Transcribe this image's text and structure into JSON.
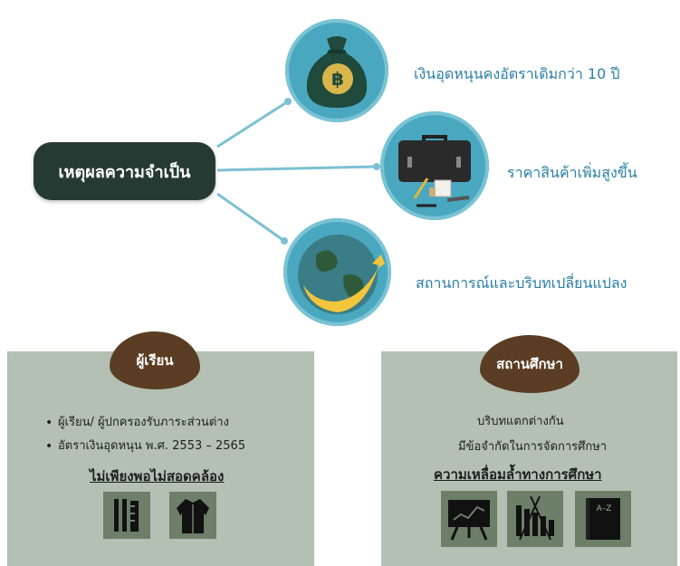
{
  "main_reason": "เหตุผลความจำเป็น",
  "reasons": [
    {
      "label": "เงินอุดหนุนคงอัตราเดิมกว่า 10 ปี",
      "icon": "money-bag-icon"
    },
    {
      "label": "ราคาสินค้าเพิ่มสูงขึ้น",
      "icon": "briefcase-icon"
    },
    {
      "label": "สถานการณ์และบริบทเปลี่ยนแปลง",
      "icon": "globe-icon"
    }
  ],
  "learner": {
    "title": "ผู้เรียน",
    "bullets": [
      "ผู้เรียน/ ผู้ปกครองรับภาระส่วนต่าง",
      "อัตราเงินอุดหนุน พ.ศ. 2553 – 2565"
    ],
    "conclusion": "ไม่เพียงพอไม่สอดคล้อง",
    "icons": [
      "school-supplies-icon",
      "uniform-icon"
    ]
  },
  "school": {
    "title": "สถานศึกษา",
    "lines": [
      "บริบทแตกต่างกัน",
      "มีข้อจำกัดในการจัดการศึกษา"
    ],
    "conclusion": "ความเหลื่อมล้ำทางการศึกษา",
    "icons": [
      "presentation-board-icon",
      "xylophone-icon",
      "dictionary-icon"
    ],
    "book_text": "A–Z"
  },
  "colors": {
    "dark_box": "#263a34",
    "circle": "#4aa7c0",
    "label_blue": "#2a7fa8",
    "panel": "#b3c0b3",
    "blob": "#5a3d22",
    "tile": "#6d7e69",
    "connector": "#7cc0d2"
  }
}
